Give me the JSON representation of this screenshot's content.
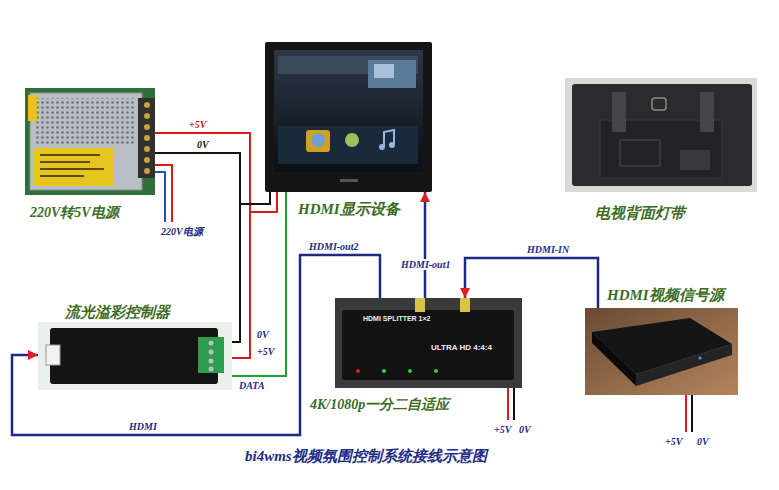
{
  "diagram": {
    "title": "bi4wms视频氛围控制系统接线示意图",
    "nodes": [
      {
        "text": [
          "220V转5V电源"
        ]
      },
      {
        "text": [
          "HDMI显示设备"
        ]
      },
      {
        "text": [
          "电视背面灯带"
        ]
      },
      {
        "text": [
          "流光溢彩控制器"
        ]
      },
      {
        "text": [
          "4K/1080p一分二自适应"
        ]
      },
      {
        "text": [
          "HDMI视频信号源"
        ]
      }
    ],
    "edges": [
      {
        "from": 5,
        "to": 4,
        "label": "HDMI-IN",
        "arrow": "to"
      },
      {
        "from": 4,
        "to": 1,
        "label": "HDMI-out1",
        "arrow": "to"
      },
      {
        "from": 4,
        "to": 3,
        "label": "HDMI-out2",
        "arrow": "to"
      },
      {
        "from": 0,
        "to": 3,
        "label": "+5V",
        "arrow": "none"
      },
      {
        "from": 0,
        "to": 3,
        "label": "0V",
        "arrow": "none"
      },
      {
        "from": 0,
        "to": 1,
        "arrow": "none"
      },
      {
        "from": 0,
        "to": 1,
        "arrow": "none"
      },
      {
        "from": 3,
        "to": 1,
        "label": "DATA",
        "arrow": "none"
      }
    ],
    "labels": [
      "220V电源",
      "0V",
      "+5V",
      "HDMI",
      "+5V",
      "0V",
      "+5V",
      "0V",
      "HDMI SPLITTER 1×2",
      "ULTRA HD 4:4:4"
    ]
  }
}
